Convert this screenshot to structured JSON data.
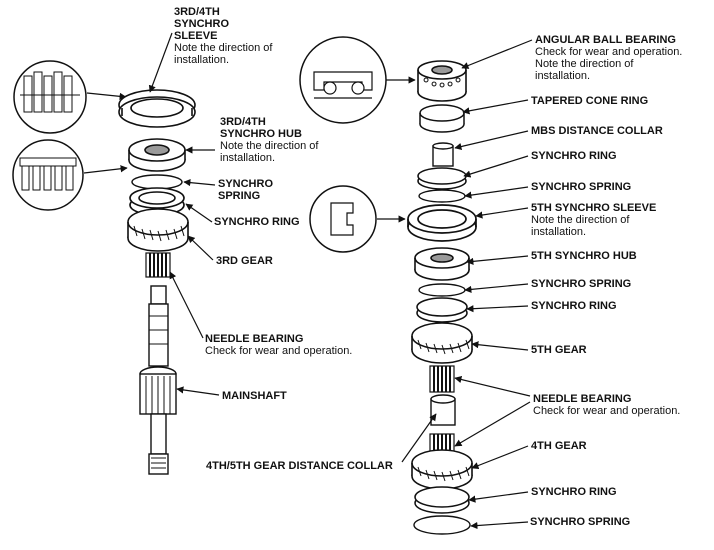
{
  "labels": {
    "sleeve_34": {
      "title_lines": [
        "3RD/4TH",
        "SYNCHRO",
        "SLEEVE"
      ],
      "note_lines": [
        "Note the direction of",
        "installation."
      ]
    },
    "hub_34": {
      "title_lines": [
        "3RD/4TH",
        "SYNCHRO HUB"
      ],
      "note_lines": [
        "Note the direction of",
        "installation."
      ]
    },
    "spring_left": {
      "title_lines": [
        "SYNCHRO",
        "SPRING"
      ]
    },
    "ring_left": {
      "title_lines": [
        "SYNCHRO RING"
      ]
    },
    "gear_3rd": {
      "title_lines": [
        "3RD GEAR"
      ]
    },
    "needle_left": {
      "title_lines": [
        "NEEDLE BEARING"
      ],
      "note_lines": [
        "Check for wear and operation."
      ]
    },
    "mainshaft": {
      "title_lines": [
        "MAINSHAFT"
      ]
    },
    "distance_collar_45": {
      "title_lines": [
        "4TH/5TH GEAR DISTANCE COLLAR"
      ]
    },
    "angular_ball_bearing": {
      "title_lines": [
        "ANGULAR BALL BEARING"
      ],
      "note_lines": [
        "Check for wear and operation.",
        "Note the direction of",
        "installation."
      ]
    },
    "tapered_cone_ring": {
      "title_lines": [
        "TAPERED CONE RING"
      ]
    },
    "mbs_distance_collar": {
      "title_lines": [
        "MBS DISTANCE COLLAR"
      ]
    },
    "synchro_ring_r1": {
      "title_lines": [
        "SYNCHRO RING"
      ]
    },
    "synchro_spring_r1": {
      "title_lines": [
        "SYNCHRO SPRING"
      ]
    },
    "sleeve_5th": {
      "title_lines": [
        "5TH SYNCHRO SLEEVE"
      ],
      "note_lines": [
        "Note the direction of",
        "installation."
      ]
    },
    "hub_5th": {
      "title_lines": [
        "5TH SYNCHRO HUB"
      ]
    },
    "synchro_spring_r2": {
      "title_lines": [
        "SYNCHRO SPRING"
      ]
    },
    "synchro_ring_r2": {
      "title_lines": [
        "SYNCHRO RING"
      ]
    },
    "gear_5th": {
      "title_lines": [
        "5TH GEAR"
      ]
    },
    "needle_right": {
      "title_lines": [
        "NEEDLE BEARING"
      ],
      "note_lines": [
        "Check for wear and operation."
      ]
    },
    "gear_4th": {
      "title_lines": [
        "4TH GEAR"
      ]
    },
    "synchro_ring_r3": {
      "title_lines": [
        "SYNCHRO RING"
      ]
    },
    "synchro_spring_r3": {
      "title_lines": [
        "SYNCHRO SPRING"
      ]
    }
  },
  "colors": {
    "ink": "#111111",
    "paper": "#ffffff",
    "shade": "#9a9a9a"
  }
}
